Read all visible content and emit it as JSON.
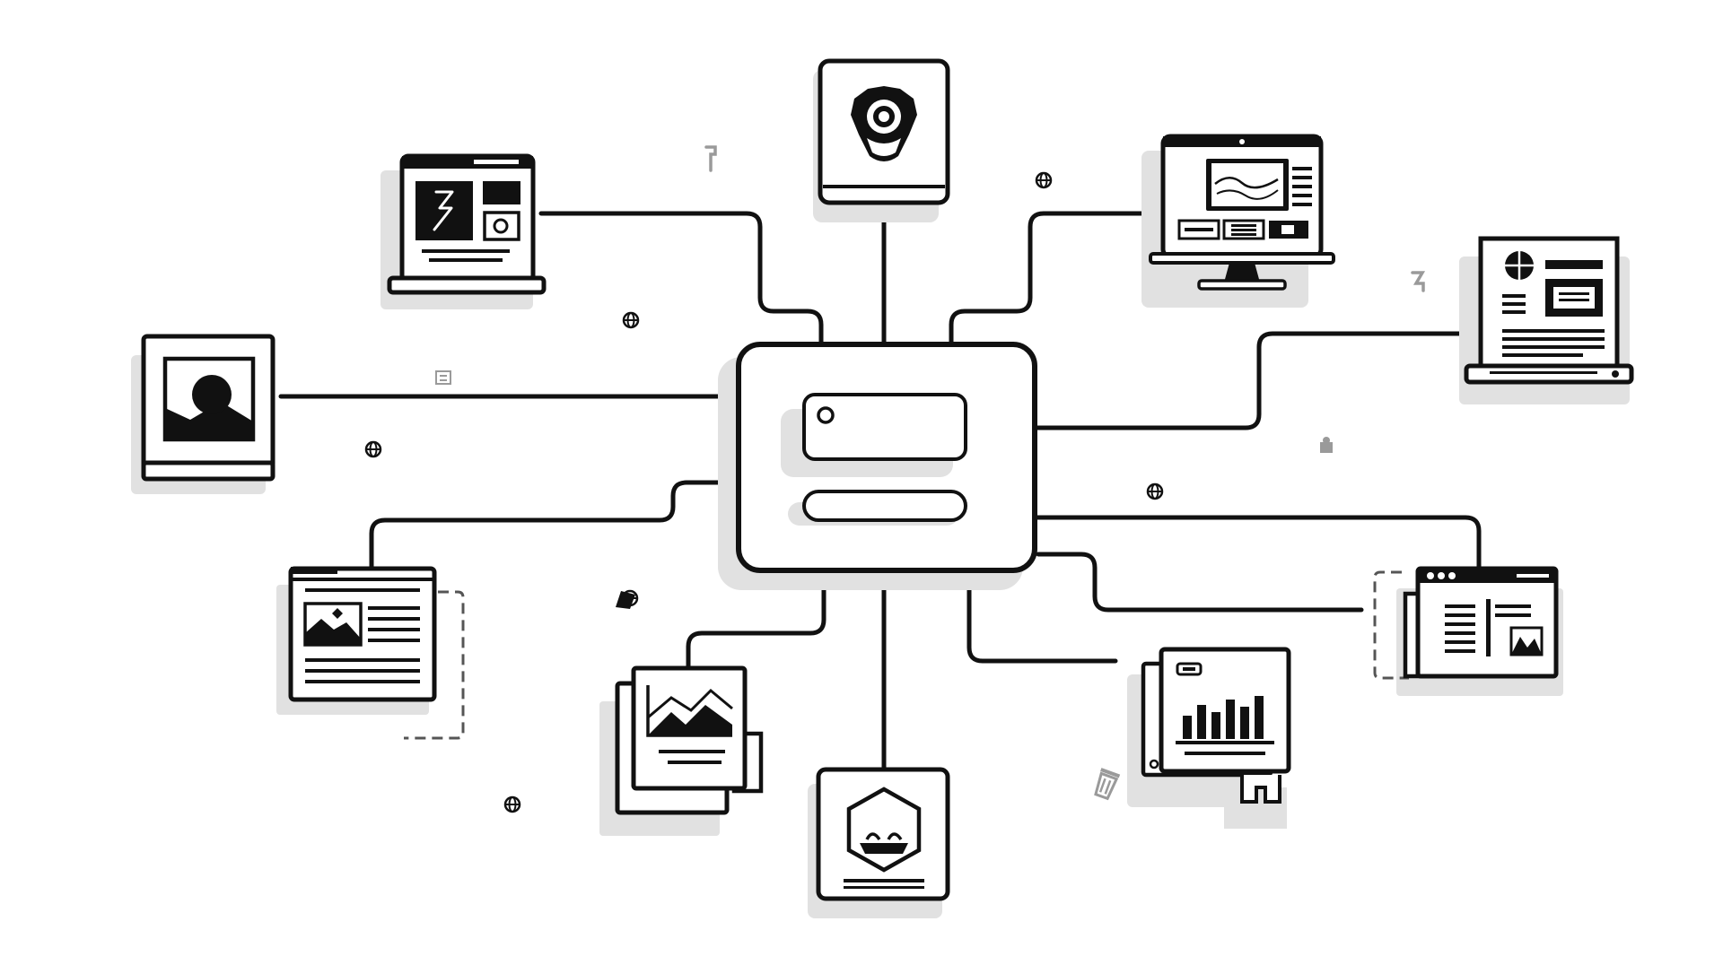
{
  "colors": {
    "ink": "#111111",
    "paper": "#ffffff",
    "shadow": "#e1e1e1",
    "dashed": "#555555",
    "light_ink": "#9a9a9a"
  },
  "hub": {
    "name": "central-hub",
    "icon": "server-panel-icon"
  },
  "nodes": [
    {
      "name": "top-app-tile",
      "icon": "shield-camera-icon"
    },
    {
      "name": "top-left-laptop",
      "icon": "laptop-dashboard-icon"
    },
    {
      "name": "top-right-desktop",
      "icon": "desktop-monitor-icon"
    },
    {
      "name": "right-document-laptop",
      "icon": "globe-document-icon"
    },
    {
      "name": "left-photo-tile",
      "icon": "image-photo-icon"
    },
    {
      "name": "left-article-card",
      "icon": "article-image-icon"
    },
    {
      "name": "bottom-left-photo-stack",
      "icon": "photo-stack-icon"
    },
    {
      "name": "bottom-app-tile",
      "icon": "hexagon-badge-icon"
    },
    {
      "name": "bottom-right-chart-card",
      "icon": "bar-chart-icon"
    },
    {
      "name": "right-browser-window",
      "icon": "browser-window-icon"
    }
  ],
  "decorations": [
    {
      "icon": "globe-icon"
    },
    {
      "icon": "globe-icon"
    },
    {
      "icon": "globe-icon"
    },
    {
      "icon": "globe-icon"
    },
    {
      "icon": "globe-icon"
    },
    {
      "icon": "globe-icon"
    },
    {
      "icon": "puzzle-icon"
    },
    {
      "icon": "document-icon"
    },
    {
      "icon": "hand-icon"
    },
    {
      "icon": "network-globe-icon"
    },
    {
      "icon": "trash-icon"
    }
  ]
}
